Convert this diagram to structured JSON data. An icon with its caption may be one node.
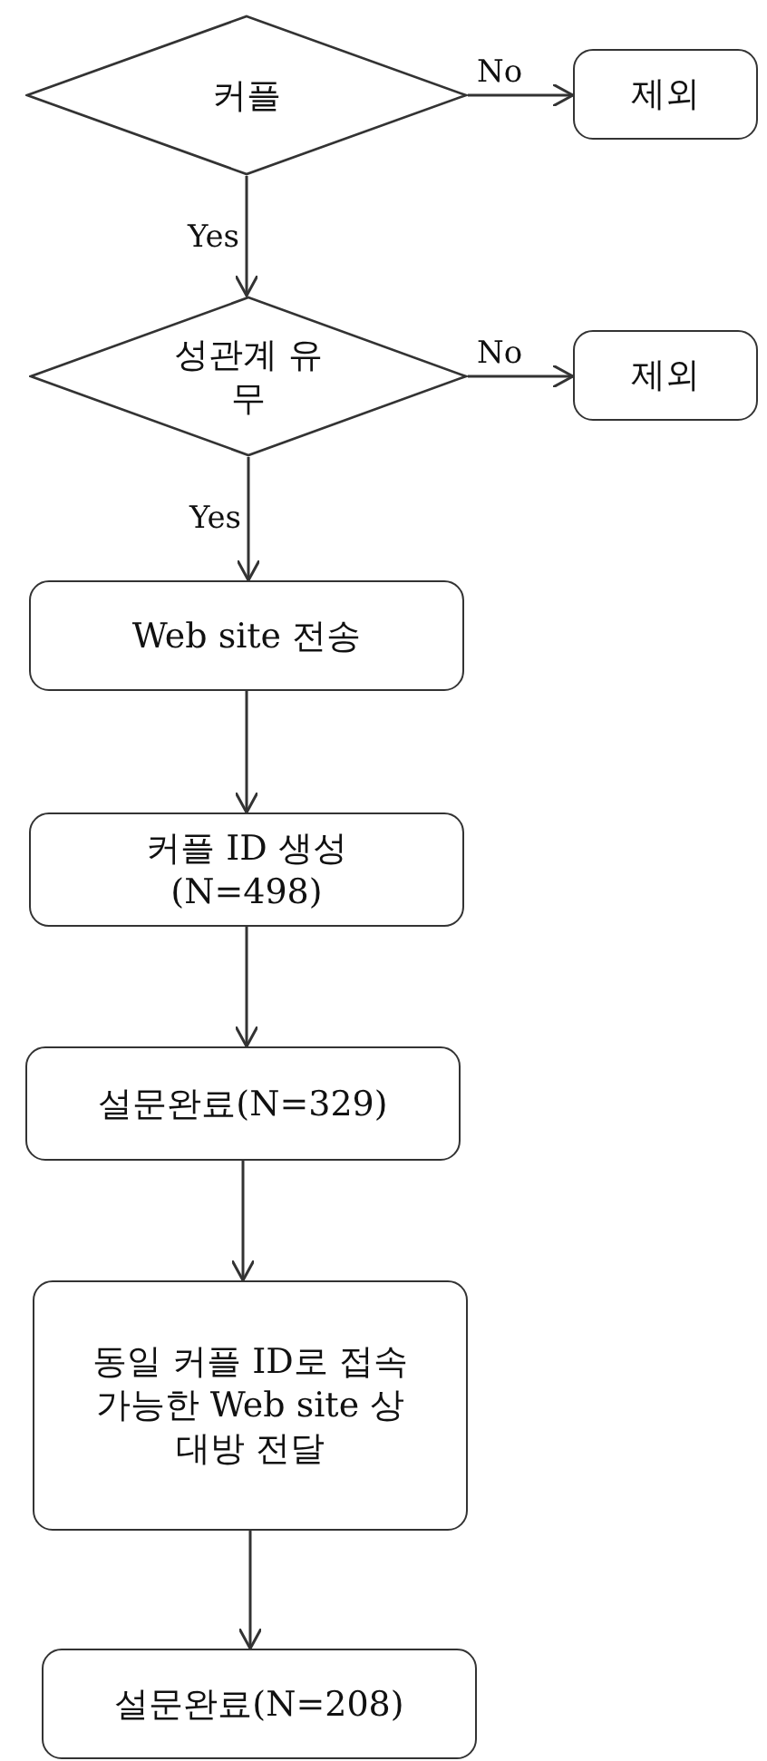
{
  "diagram": {
    "nodes": [
      {
        "text": [
          "커플"
        ]
      },
      {
        "text": [
          "제외"
        ]
      },
      {
        "text": [
          "성관계 유무"
        ]
      },
      {
        "text": [
          "제외"
        ]
      },
      {
        "text": [
          "Web site 전송"
        ]
      },
      {
        "text": [
          "커플 ID 생성 (N=498)"
        ]
      },
      {
        "text": [
          "설문완료(N=329)"
        ]
      },
      {
        "text": [
          "동일 커플 ID로 접속 가능한 Web site 상대방 전달"
        ]
      },
      {
        "text": [
          "설문완료(N=208)"
        ]
      }
    ],
    "edges": [
      {
        "from": 0,
        "to": 1,
        "arrow": "to",
        "label": "No"
      },
      {
        "from": 0,
        "to": 2,
        "arrow": "to",
        "label": "Yes"
      },
      {
        "from": 2,
        "to": 3,
        "arrow": "to",
        "label": "No"
      },
      {
        "from": 2,
        "to": 4,
        "arrow": "to",
        "label": "Yes"
      },
      {
        "from": 4,
        "to": 5,
        "arrow": "to"
      },
      {
        "from": 5,
        "to": 6,
        "arrow": "to"
      },
      {
        "from": 6,
        "to": 7,
        "arrow": "to"
      },
      {
        "from": 7,
        "to": 8,
        "arrow": "to"
      }
    ]
  }
}
